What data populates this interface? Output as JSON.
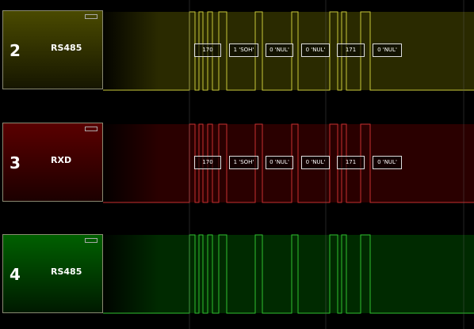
{
  "channels": [
    {
      "number": "2",
      "name": "RS485",
      "color": "#c8c83a",
      "fill": "#2a2a00",
      "box_top": "#4a4a00",
      "box_bottom": "#161600",
      "decoded": [
        "170",
        "1 'SOH'",
        "0 'NUL'",
        "0 'NUL'",
        "171",
        "0 'NUL'"
      ]
    },
    {
      "number": "3",
      "name": "RXD",
      "color": "#c83030",
      "fill": "#2a0000",
      "box_top": "#5a0000",
      "box_bottom": "#1c0000",
      "decoded": [
        "170",
        "1 'SOH'",
        "0 'NUL'",
        "0 'NUL'",
        "171",
        "0 'NUL'"
      ]
    },
    {
      "number": "4",
      "name": "RS485",
      "color": "#30c030",
      "fill": "#002a00",
      "box_top": "#006000",
      "box_bottom": "#001a00",
      "decoded": []
    }
  ]
}
